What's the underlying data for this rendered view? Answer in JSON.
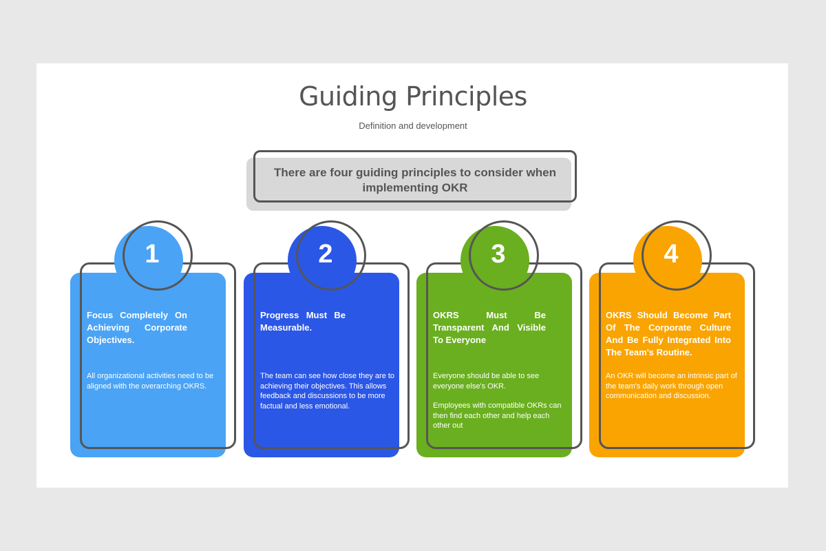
{
  "header": {
    "title": "Guiding Principles",
    "subtitle": "Definition and development"
  },
  "banner": {
    "text": "There are four guiding principles to consider when implementing OKR"
  },
  "colors": {
    "card1": "#4aa3f5",
    "card2": "#2b57e6",
    "card3": "#6aaf1f",
    "card4": "#f9a400",
    "outline": "#555555",
    "banner": "#d8d8d8"
  },
  "cards": [
    {
      "number": "1",
      "heading": "Focus Completely On Achieving Corporate Objectives.",
      "body": [
        "All organizational activities need to be aligned with the overarching OKRS."
      ]
    },
    {
      "number": "2",
      "heading": "Progress Must Be Measurable.",
      "body": [
        "The team can see how close they are to achieving their objectives. This allows feedback and discussions to be more factual and less emotional."
      ]
    },
    {
      "number": "3",
      "heading": "OKRS Must Be Transparent And Visible To Everyone",
      "body": [
        "Everyone should be able to see everyone else's OKR.",
        "Employees with compatible OKRs can then find each other and help each other out"
      ]
    },
    {
      "number": "4",
      "heading": "OKRS Should Become Part Of The Corporate Culture And Be Fully Integrated Into The Team's Routine.",
      "body": [
        "An OKR will become an intrinsic part of the team's daily work through open communication and discussion."
      ]
    }
  ]
}
